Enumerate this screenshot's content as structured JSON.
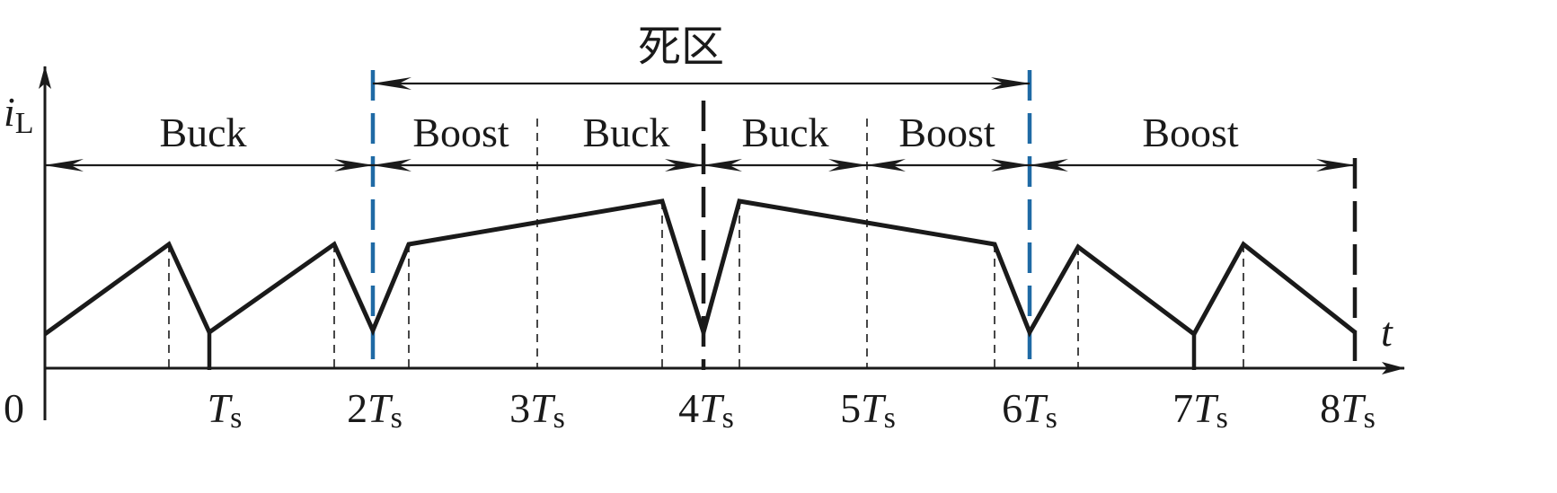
{
  "colors": {
    "ink": "#1a1a1a",
    "boundary": "#1f6aa5"
  },
  "axis": {
    "y_symbol": "i",
    "y_subscript": "L",
    "x_symbol": "t",
    "origin": "0"
  },
  "tick_labels": [
    {
      "coef": "",
      "sym": "T",
      "sub": "s"
    },
    {
      "coef": "2",
      "sym": "T",
      "sub": "s"
    },
    {
      "coef": "3",
      "sym": "T",
      "sub": "s"
    },
    {
      "coef": "4",
      "sym": "T",
      "sub": "s"
    },
    {
      "coef": "5",
      "sym": "T",
      "sub": "s"
    },
    {
      "coef": "6",
      "sym": "T",
      "sub": "s"
    },
    {
      "coef": "7",
      "sym": "T",
      "sub": "s"
    },
    {
      "coef": "8",
      "sym": "T",
      "sub": "s"
    }
  ],
  "dead_zone_label": "死区",
  "mode_labels": [
    "Buck",
    "Boost",
    "Buck",
    "Buck",
    "Boost",
    "Boost"
  ]
}
